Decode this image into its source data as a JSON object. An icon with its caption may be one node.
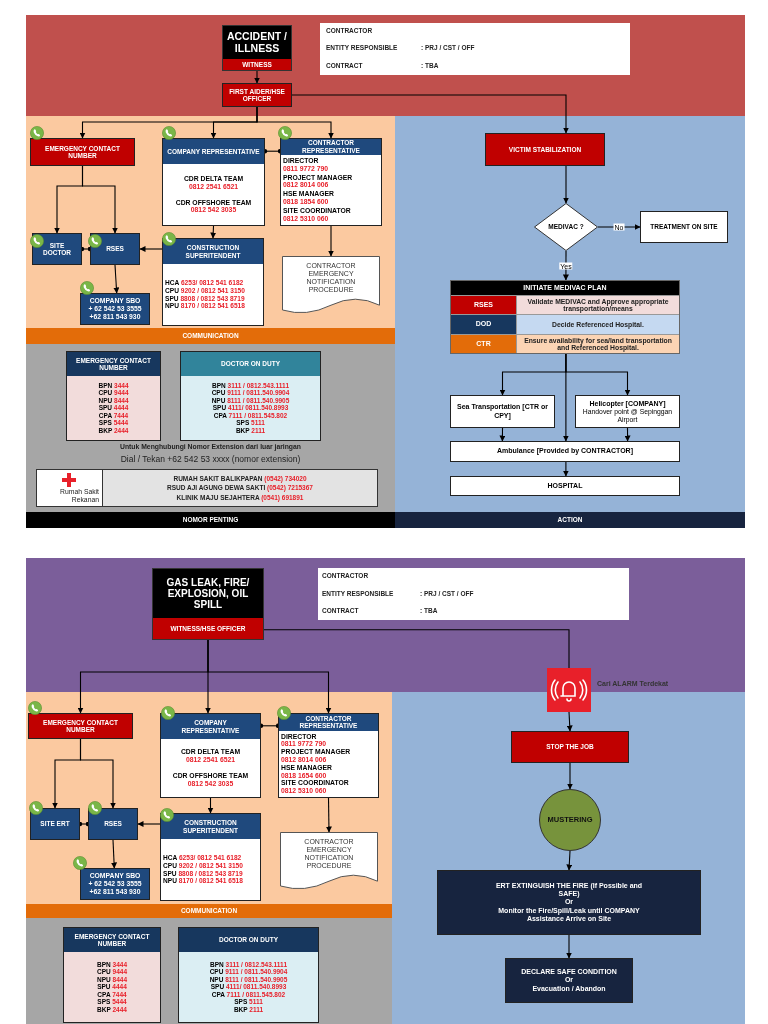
{
  "diagram": {
    "nodes": [
      {
        "text": [
          "ACCIDENT / ILLNESS",
          "WITNESS"
        ]
      },
      {
        "text": [
          "FIRST AIDER/HSE OFFICER"
        ]
      },
      {
        "text": [
          "EMERGENCY CONTACT NUMBER"
        ]
      },
      {
        "text": [
          "COMPANY REPRESENTATIVE",
          "CDR DELTA TEAM 0812 2541 6521",
          "CDR OFFSHORE TEAM 0812 542 3035"
        ]
      },
      {
        "text": [
          "CONTRACTOR REPRESENTATIVE",
          "DIRECTOR 0811 9772 790",
          "PROJECT MANAGER 0812 8014 006",
          "HSE MANAGER 0818 1854 600",
          "SITE COORDINATOR 0812 5310 060"
        ]
      },
      {
        "text": [
          "SITE DOCTOR"
        ]
      },
      {
        "text": [
          "RSES"
        ]
      },
      {
        "text": [
          "CONSTRUCTION SUPERITENDENT",
          "HCA 6253/ 0812 541 6182",
          "CPU 9202 / 0812 541 3150",
          "SPU 8808 / 0812 543 8719",
          "NPU 8170 / 0812 541 6518"
        ]
      },
      {
        "text": [
          "CONTRACTOR EMERGENCY NOTIFICATION PROCEDURE"
        ]
      },
      {
        "text": [
          "COMPANY SBO",
          "+ 62 542 53 3555",
          "+62 811 543 930"
        ]
      },
      {
        "text": [
          "COMMUNICATION"
        ]
      },
      {
        "text": [
          "EMERGENCY CONTACT NUMBER",
          "BPN 3444",
          "CPU 9444",
          "NPU 8444",
          "SPU 4444",
          "CPA 7444",
          "SPS 5444",
          "BKP 2444"
        ]
      },
      {
        "text": [
          "DOCTOR ON DUTY",
          "BPN 3111 / 0812.543.1111",
          "CPU 9111 / 0811.540.9904",
          "NPU 8111 / 0811.540.9905",
          "SPU 4111/ 0811.540.8993",
          "CPA 7111 / 0811.545.802",
          "SPS 5111",
          "BKP 2111"
        ]
      },
      {
        "text": [
          "Rumah Sakit Rekanan",
          "RUMAH SAKIT BALIKPAPAN (0542) 734020",
          "RSUD AJI AGUNG DEWA SAKTI (0542) 7215367",
          "KLINIK MAJU SEJAHTERA (0541) 691891"
        ]
      },
      {
        "text": [
          "NOMOR PENTING"
        ]
      },
      {
        "text": [
          "VICTIM STABILIZATION"
        ]
      },
      {
        "text": [
          "MEDIVAC ?"
        ]
      },
      {
        "text": [
          "TREATMENT ON SITE"
        ]
      },
      {
        "text": [
          "INITIATE MEDIVAC PLAN",
          "RSES",
          "Validate MEDIVAC and Approve appropriate transportation/means",
          "DOD",
          "Decide Referenced Hospital.",
          "CTR",
          "Ensure availability for sea/land transportation and Referenced Hospital."
        ]
      },
      {
        "text": [
          "Sea Transportation [CTR or CPY]"
        ]
      },
      {
        "text": [
          "Helicopter [COMPANY]",
          "Handover point @ Sepinggan Airport"
        ]
      },
      {
        "text": [
          "Ambulance [Provided by CONTRACTOR]"
        ]
      },
      {
        "text": [
          "HOSPITAL"
        ]
      },
      {
        "text": [
          "ACTION"
        ]
      },
      {
        "text": [
          "GAS LEAK, FIRE/ EXPLOSION, OIL SPILL",
          "WITNESS/HSE OFFICER"
        ]
      },
      {
        "text": [
          "EMERGENCY CONTACT NUMBER"
        ]
      },
      {
        "text": [
          "COMPANY REPRESENTATIVE",
          "CDR DELTA TEAM 0812 2541 6521",
          "CDR OFFSHORE TEAM 0812 542 3035"
        ]
      },
      {
        "text": [
          "CONTRACTOR REPRESENTATIVE",
          "DIRECTOR 0811 9772 790",
          "PROJECT MANAGER 0812 8014 006",
          "HSE MANAGER 0818 1654 600",
          "SITE COORDINATOR 0812 5310 060"
        ]
      },
      {
        "text": [
          "SITE ERT"
        ]
      },
      {
        "text": [
          "RSES"
        ]
      },
      {
        "text": [
          "CONSTRUCTION SUPERITENDENT",
          "HCA 6253/ 0812 541 6182",
          "CPU 9202 / 0812 541 3150",
          "SPU 8808 / 0812 543 8719",
          "NPU 8170 / 0812 541 6518"
        ]
      },
      {
        "text": [
          "CONTRACTOR EMERGENCY NOTIFICATION PROCEDURE"
        ]
      },
      {
        "text": [
          "COMPANY SBO",
          "+ 62 542 53 3555",
          "+62 811 543 930"
        ]
      },
      {
        "text": [
          "COMMUNICATION"
        ]
      },
      {
        "text": [
          "EMERGENCY CONTACT NUMBER",
          "BPN 3444",
          "CPU 9444",
          "NPU 8444",
          "SPU 4444",
          "CPA 7444",
          "SPS 5444",
          "BKP 2444"
        ]
      },
      {
        "text": [
          "DOCTOR ON DUTY",
          "BPN 3111 / 0812.543.1111",
          "CPU 9111 / 0811.540.9904",
          "NPU 8111 / 0811.540.9905",
          "SPU 4111/ 0811.540.8993",
          "CPA 7111 / 0811.545.802",
          "SPS 5111",
          "BKP 2111"
        ]
      },
      {
        "text": [],
        "shape": "box",
        "beside": [
          "Cari ALARM Terdekat"
        ]
      },
      {
        "text": [
          "STOP THE JOB"
        ]
      },
      {
        "text": [
          "MUSTERING"
        ]
      },
      {
        "text": [
          "ERT EXTINGUISH THE FIRE (If Possible and SAFE)",
          "Or",
          "Monitor the Fire/Spill/Leak until COMPANY Assistance Arrive on Site"
        ]
      },
      {
        "text": [
          "DECLARE SAFE CONDITION",
          "Or",
          "Evacuation / Abandon"
        ]
      }
    ],
    "edges": [
      {
        "from": 0,
        "to": 1,
        "arrow": "to"
      },
      {
        "from": 1,
        "to": 15,
        "arrow": "to"
      },
      {
        "from": 1,
        "to": 2,
        "arrow": "to"
      },
      {
        "from": 1,
        "to": 3,
        "arrow": "to"
      },
      {
        "from": 1,
        "to": 4,
        "arrow": "to"
      },
      {
        "from": 3,
        "to": 4,
        "arrow": "other"
      },
      {
        "from": 2,
        "to": 5,
        "arrow": "to"
      },
      {
        "from": 2,
        "to": 6,
        "arrow": "to"
      },
      {
        "from": 5,
        "to": 6,
        "arrow": "other"
      },
      {
        "from": 7,
        "to": 6,
        "arrow": "to"
      },
      {
        "from": 3,
        "to": 7,
        "arrow": "to"
      },
      {
        "from": 6,
        "to": 9,
        "arrow": "to"
      },
      {
        "from": 4,
        "to": 8,
        "arrow": "to"
      },
      {
        "from": 15,
        "to": 16,
        "arrow": "to"
      },
      {
        "from": 16,
        "to": 17,
        "arrow": "to",
        "label": "No"
      },
      {
        "from": 16,
        "to": 18,
        "arrow": "to",
        "label": "Yes"
      },
      {
        "from": 18,
        "to": 19,
        "arrow": "to"
      },
      {
        "from": 18,
        "to": 20,
        "arrow": "to"
      },
      {
        "from": 18,
        "to": 21,
        "arrow": "to"
      },
      {
        "from": 19,
        "to": 21,
        "arrow": "to"
      },
      {
        "from": 20,
        "to": 21,
        "arrow": "to"
      },
      {
        "from": 21,
        "to": 22,
        "arrow": "to"
      },
      {
        "from": 24,
        "to": 25,
        "arrow": "to"
      },
      {
        "from": 24,
        "to": 26,
        "arrow": "to"
      },
      {
        "from": 24,
        "to": 27,
        "arrow": "to"
      },
      {
        "from": 24,
        "to": 36,
        "arrow": "none"
      },
      {
        "from": 26,
        "to": 27,
        "arrow": "other"
      },
      {
        "from": 25,
        "to": 28,
        "arrow": "to"
      },
      {
        "from": 25,
        "to": 29,
        "arrow": "to"
      },
      {
        "from": 28,
        "to": 29,
        "arrow": "other"
      },
      {
        "from": 30,
        "to": 29,
        "arrow": "to"
      },
      {
        "from": 26,
        "to": 30,
        "arrow": "to"
      },
      {
        "from": 29,
        "to": 32,
        "arrow": "to"
      },
      {
        "from": 27,
        "to": 31,
        "arrow": "to"
      },
      {
        "from": 36,
        "to": 37,
        "arrow": "to"
      },
      {
        "from": 37,
        "to": 38,
        "arrow": "to"
      },
      {
        "from": 38,
        "to": 39,
        "arrow": "to"
      },
      {
        "from": 39,
        "to": 40,
        "arrow": "to"
      }
    ],
    "labels": [
      "CONTRACTOR",
      "ENTITY RESPONSIBLE",
      ": PRJ / CST / OFF",
      "CONTRACT",
      ": TBA",
      "Untuk Menghubungi Nomor Extension dari luar jaringan",
      "Dial / Tekan +62 542 53 xxxx (nomor extension)",
      "CONTRACTOR",
      "ENTITY RESPONSIBLE",
      ": PRJ / CST / OFF",
      "CONTRACT",
      ": TBA"
    ]
  }
}
